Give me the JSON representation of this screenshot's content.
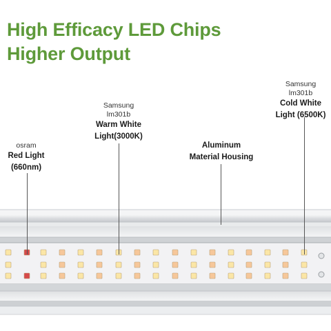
{
  "headline": {
    "line1": "High Efficacy LED Chips",
    "line2": "Higher Output"
  },
  "colors": {
    "headline": "#5e9a3a",
    "housing_light": "#e6e8ea",
    "housing_mid": "#cdd0d3",
    "board": "#f2f2f4",
    "warm_chip": "#f6c79a",
    "cold_chip": "#fbe6a6",
    "red_chip": "#d64a4a"
  },
  "callouts": {
    "red": {
      "brand": "osram",
      "line1": "Red Light",
      "line2": "(660nm)"
    },
    "warm": {
      "brand_line1": "Samsung",
      "brand_line2": "lm301b",
      "line1": "Warm White",
      "line2": "Light(3000K)"
    },
    "housing": {
      "line1": "Aluminum",
      "line2": "Material Housing"
    },
    "cold": {
      "brand_line1": "Samsung",
      "brand_line2": "lm301b",
      "line1": "Cold White",
      "line2": "Light (6500K)"
    }
  }
}
